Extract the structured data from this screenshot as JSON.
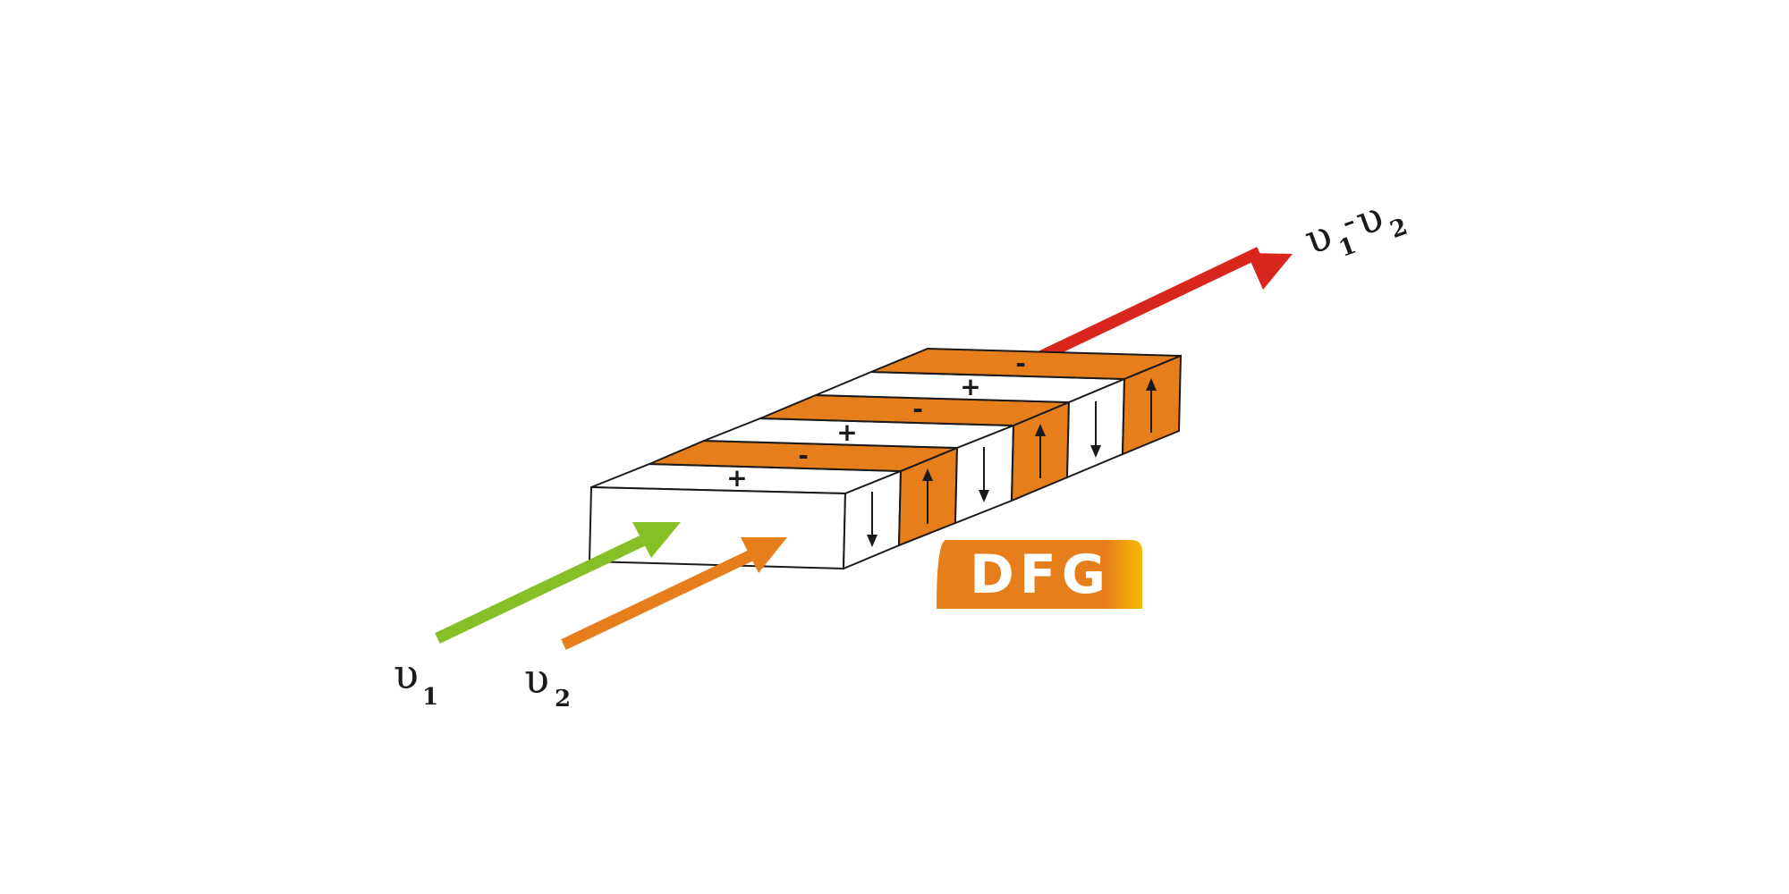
{
  "colors": {
    "orange": "#e67e1c",
    "green": "#86bf26",
    "red": "#d9261c",
    "outline": "#1a1a1a",
    "badge_start": "#e67e1c",
    "badge_end": "#f6b800"
  },
  "beams": {
    "input_1": {
      "symbol": "υ",
      "subscript": "1"
    },
    "input_2": {
      "symbol": "υ",
      "subscript": "2"
    },
    "output": {
      "symbol_a": "υ",
      "subscript_a": "1",
      "separator": "-",
      "symbol_b": "υ",
      "subscript_b": "2"
    }
  },
  "crystal": {
    "top_signs": [
      "+",
      "-",
      "+",
      "-",
      "+",
      "-"
    ]
  },
  "badge": {
    "label": "DFG"
  }
}
